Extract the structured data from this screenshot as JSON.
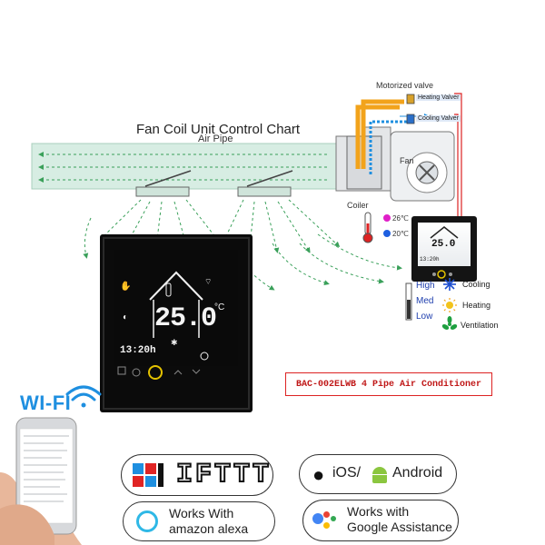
{
  "diagram": {
    "title": "Fan Coil Unit Control Chart",
    "air_pipe_label": "Air Pipe",
    "motorized_valve_label": "Motorized valve",
    "heating_valve_label": "Heating Valver",
    "cooling_valve_label": "Cooling Valver",
    "fan_label": "Fan",
    "coiler_label": "Coiler",
    "temp_hot": "26℃",
    "temp_cold": "20℃"
  },
  "thermostat_large": {
    "temperature": "25.0",
    "unit": "°C",
    "clock": "13:20h"
  },
  "thermostat_small": {
    "temperature": "25.0",
    "clock": "13:20h"
  },
  "speeds": [
    "High",
    "Med",
    "Low"
  ],
  "modes": [
    "Cooling",
    "Heating",
    "Ventilation"
  ],
  "model_label": "BAC-002ELWB 4 Pipe Air Conditioner",
  "wifi_label": "WI-FI",
  "badges": {
    "ifttt": "IFTTT",
    "ios": "iOS/",
    "android": "Android",
    "alexa_line1": "Works With",
    "alexa_line2": "amazon alexa",
    "google_line1": "Works with",
    "google_line2": "Google Assistance"
  },
  "colors": {
    "pipe_green": "#d7ede3",
    "arrow_green": "#3aa05a",
    "heating_orange": "#f2a31b",
    "cooling_blue": "#1e8fe0",
    "valve_red": "#d22",
    "wifi_blue": "#1e8fe0"
  }
}
